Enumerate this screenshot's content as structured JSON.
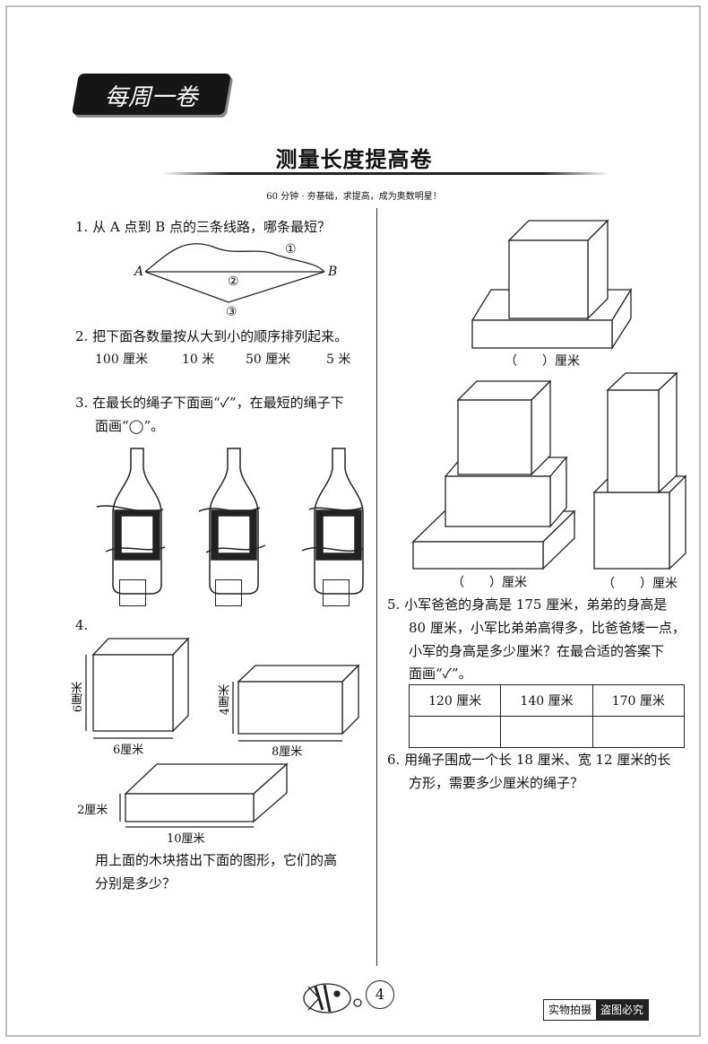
{
  "banner": "每周一卷",
  "title": "测量长度提高卷",
  "subtitle": "60 分钟 · 夯基础，求提高，成为奥数明星！",
  "q1": {
    "text": "1. 从 A 点到 B 点的三条线路，哪条最短？",
    "point_a": "A",
    "point_b": "B",
    "routes": [
      "①",
      "②",
      "③"
    ]
  },
  "q2": {
    "text": "2. 把下面各数量按从大到小的顺序排列起来。",
    "items": [
      "100 厘米",
      "10 米",
      "50 厘米",
      "5 米"
    ]
  },
  "q3": {
    "line1": "3. 在最长的绳子下面画“✓”，在最短的绳子下",
    "line2": "面画“◯”。"
  },
  "q4": {
    "num": "4.",
    "cube_h": "6厘米",
    "cube_w": "6厘米",
    "box2_h": "4厘米",
    "box2_w": "8厘米",
    "slab_h": "2厘米",
    "slab_w": "10厘米",
    "line1": "用上面的木块搭出下面的图形，它们的高",
    "line2": "分别是多少？",
    "ans1": "（　　）厘米",
    "ans2": "（　　）厘米",
    "ans3": "（　　）厘米"
  },
  "q5": {
    "line1": "5. 小军爸爸的身高是 175 厘米，弟弟的身高是",
    "line2": "80 厘米，小军比弟弟高得多，比爸爸矮一点，",
    "line3": "小军的身高是多少厘米？在最合适的答案下",
    "line4": "面画“✓”。",
    "options": [
      "120 厘米",
      "140 厘米",
      "170 厘米"
    ]
  },
  "q6": {
    "line1": "6. 用绳子围成一个长 18 厘米、宽 12 厘米的长",
    "line2": "方形，需要多少厘米的绳子？"
  },
  "footer": {
    "page": "4",
    "tag1": "实物拍摄",
    "tag2": "盗图必究"
  }
}
